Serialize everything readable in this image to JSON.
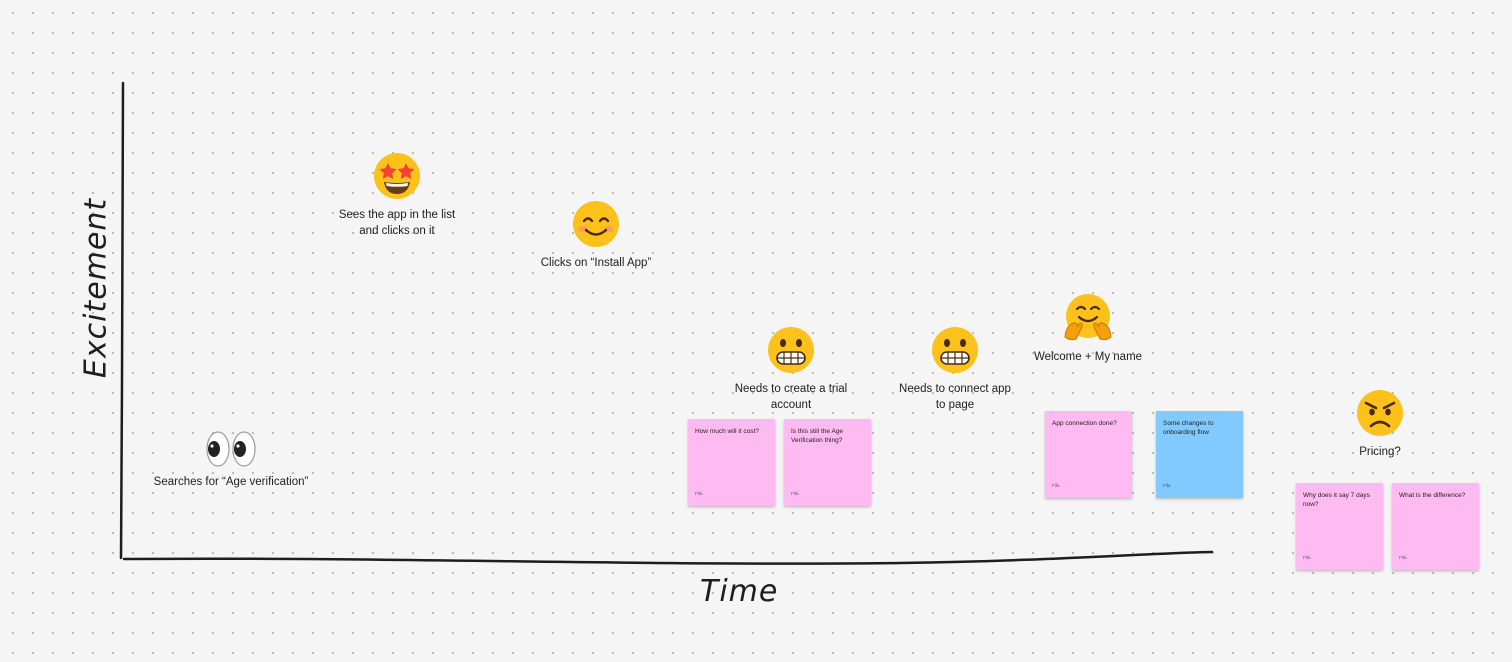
{
  "colors": {
    "canvas": "#f5f5f5",
    "axis": "#1e1e1e",
    "sticky_pink": "#ffbbf1",
    "sticky_blue": "#80caff"
  },
  "axes": {
    "y_label": "Excitement",
    "x_label": "Time"
  },
  "steps": [
    {
      "icon": "eyes-icon",
      "label": "Searches for “Age verification”"
    },
    {
      "icon": "star-struck-face-icon",
      "label": "Sees the app in the list and clicks on it"
    },
    {
      "icon": "smiling-face-icon",
      "label": "Clicks on “Install App”"
    },
    {
      "icon": "grimacing-face-icon",
      "label": "Needs to create a trial account"
    },
    {
      "icon": "grimacing-face-icon",
      "label": "Needs to connect app to page"
    },
    {
      "icon": "hugging-face-icon",
      "label": "Welcome + My name"
    },
    {
      "icon": "angry-face-icon",
      "label": "Pricing?"
    }
  ],
  "stickies": [
    {
      "text": "How much will it cost?",
      "author": "Fifa",
      "color": "#ffbbf1"
    },
    {
      "text": "Is this still the Age Verification thing?",
      "author": "Fifa",
      "color": "#ffbbf1"
    },
    {
      "text": "App connection done?",
      "author": "Fifa",
      "color": "#ffbbf1"
    },
    {
      "text": "Some changes to onboarding flow",
      "author": "Fifa",
      "color": "#80caff"
    },
    {
      "text": "Why does it say 7 days now?",
      "author": "Fifa",
      "color": "#ffbbf1"
    },
    {
      "text": "What is the difference?",
      "author": "Fifa",
      "color": "#ffbbf1"
    }
  ]
}
